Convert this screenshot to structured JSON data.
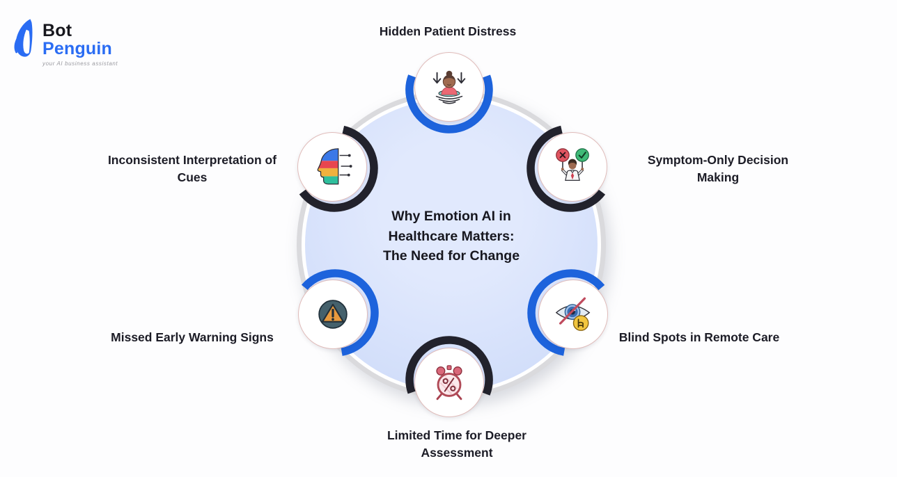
{
  "logo": {
    "brand_top": "Bot",
    "brand_bottom": "Penguin",
    "tagline": "your AI business assistant"
  },
  "diagram": {
    "center_title_lines": [
      "Why Emotion AI in",
      "Healthcare Matters:",
      "The Need for Change"
    ],
    "nodes": [
      {
        "label": "Hidden Patient Distress",
        "icon": "drowning-patient-icon",
        "arc_color": "#1d63dc",
        "position": "top"
      },
      {
        "label": "Symptom-Only Decision Making",
        "icon": "decision-person-icon",
        "arc_color": "#22222c",
        "position": "top-right"
      },
      {
        "label": "Blind Spots in Remote Care",
        "icon": "blind-eye-icon",
        "arc_color": "#1d63dc",
        "position": "bottom-right"
      },
      {
        "label": "Limited Time for Deeper Assessment",
        "icon": "alarm-clock-icon",
        "arc_color": "#22222c",
        "position": "bottom"
      },
      {
        "label": "Missed Early Warning Signs",
        "icon": "warning-triangle-icon",
        "arc_color": "#1d63dc",
        "position": "bottom-left"
      },
      {
        "label": "Inconsistent Interpretation of Cues",
        "icon": "layered-head-icon",
        "arc_color": "#22222c",
        "position": "top-left"
      }
    ],
    "colors": {
      "accent_blue": "#1d63dc",
      "dark_arc": "#22222c",
      "inner_circle_fill": "#d6e1fb",
      "outer_ring": "#dadadd",
      "node_border": "#e0bcba",
      "label_text": "#1c1c26"
    }
  }
}
